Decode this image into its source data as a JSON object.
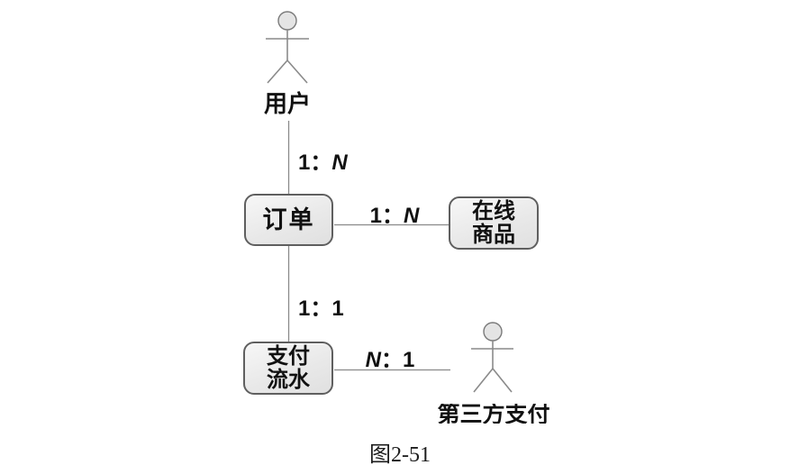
{
  "figure": {
    "caption": "图2-51"
  },
  "actors": {
    "user": {
      "label": "用户"
    },
    "third_party": {
      "label": "第三方支付"
    }
  },
  "entities": {
    "order": {
      "label": "订单"
    },
    "online_goods": {
      "line1": "在线",
      "line2": "商品"
    },
    "payment_flow": {
      "line1": "支付",
      "line2": "流水"
    }
  },
  "relations": {
    "user_order": {
      "pre": "1：",
      "var": "N"
    },
    "order_goods": {
      "pre": "1：",
      "var": "N"
    },
    "order_payment": {
      "text": "1：1"
    },
    "payment_third_party": {
      "var": "N",
      "post": "：1"
    }
  },
  "colors": {
    "line_color": "#8a8a8a",
    "box_border": "#5f5f5f",
    "box_fill": "#e9e9e9",
    "actor_head_fill": "#e4e4e4",
    "text_color": "#111111"
  }
}
